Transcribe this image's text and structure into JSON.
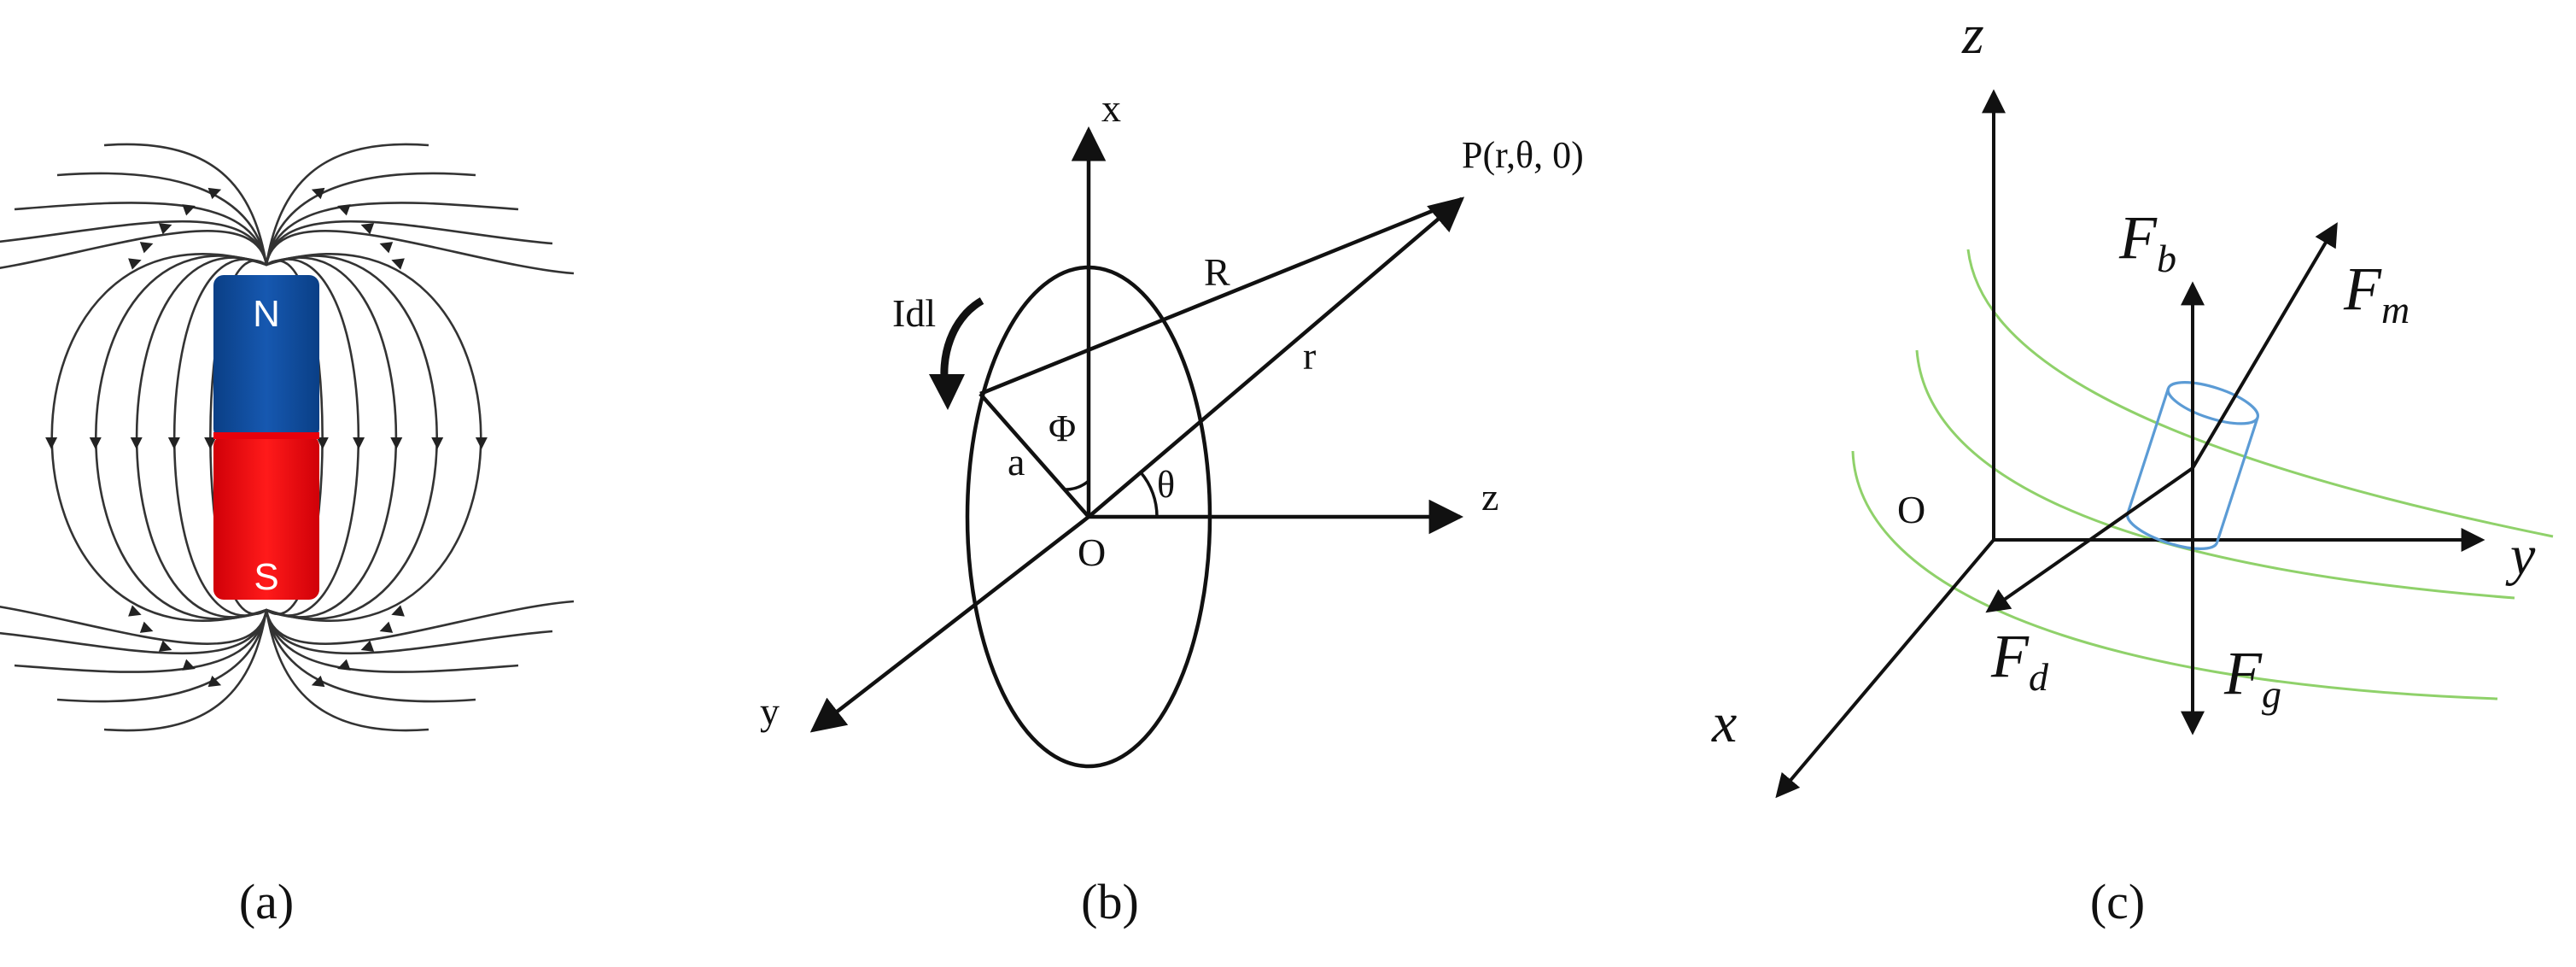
{
  "panel_a": {
    "caption": "(a)",
    "north_label": "N",
    "south_label": "S",
    "colors": {
      "north": "#0f4fa0",
      "south": "#e8000b",
      "field_line": "#333333"
    }
  },
  "panel_b": {
    "caption": "(b)",
    "axis_x": "x",
    "axis_y": "y",
    "axis_z": "z",
    "origin": "O",
    "point_label": "P(r,θ, 0)",
    "label_R": "R",
    "label_r": "r",
    "label_Idl": "Idl",
    "label_a": "a",
    "label_phi": "Φ",
    "label_theta": "θ"
  },
  "panel_c": {
    "caption": "(c)",
    "axis_x": "x",
    "axis_y": "y",
    "axis_z": "z",
    "origin": "O",
    "force_b": {
      "main": "F",
      "sub": "b"
    },
    "force_m": {
      "main": "F",
      "sub": "m"
    },
    "force_d": {
      "main": "F",
      "sub": "d"
    },
    "force_g": {
      "main": "F",
      "sub": "g"
    },
    "colors": {
      "field_curve": "#8fd16a",
      "particle": "#5b9bd5"
    }
  }
}
